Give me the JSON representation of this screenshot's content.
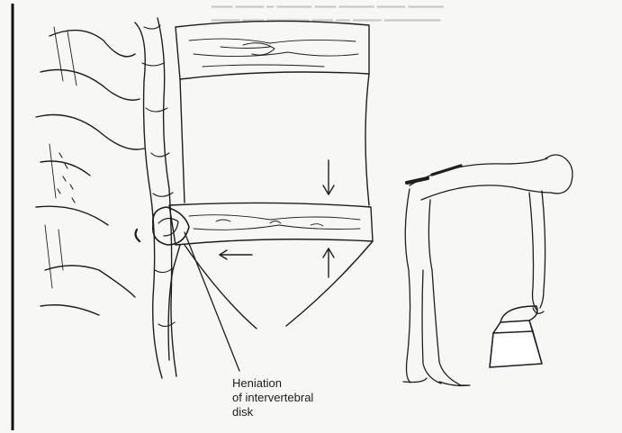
{
  "label": {
    "lines": [
      "Heniation",
      "of intervertebral",
      "disk"
    ]
  },
  "colors": {
    "ink": "#1e1e1e",
    "paper": "#f7f7f5",
    "bleed_text": "#c9c9c4"
  }
}
